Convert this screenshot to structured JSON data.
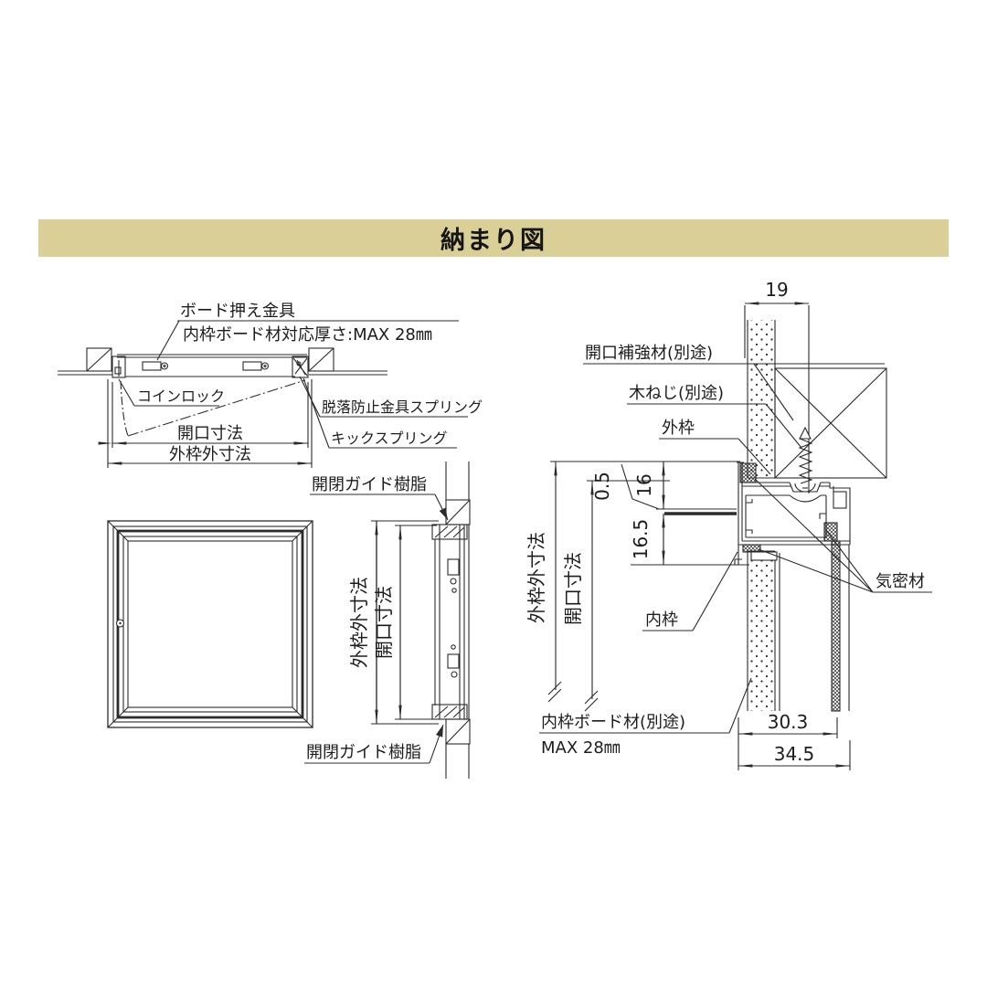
{
  "title": "納まり図",
  "colors": {
    "title_bg": "#d9cf97",
    "line": "#2b2b2b",
    "background": "#ffffff"
  },
  "top_view": {
    "label_board_bracket": "ボード押え金具",
    "label_board_thickness": "内枠ボード材対応厚さ:MAX 28㎜",
    "label_coin_lock": "コインロック",
    "label_fall_prevention_spring": "脱落防止金具スプリング",
    "label_kick_spring": "キックスプリング",
    "dim_opening": "開口寸法",
    "dim_outer_frame": "外枠外寸法"
  },
  "side_view": {
    "label_guide_top": "開閉ガイド樹脂",
    "label_guide_bottom": "開閉ガイド樹脂",
    "dim_outer_frame": "外枠外寸法",
    "dim_opening": "開口寸法"
  },
  "detail_view": {
    "dim_19": "19",
    "label_reinforcement": "開口補強材(別途)",
    "label_wood_screw": "木ねじ(別途)",
    "label_outer_frame": "外枠",
    "dim_0_5": "0.5",
    "dim_16": "16",
    "dim_16_5": "16.5",
    "dim_outer_frame": "外枠外寸法",
    "dim_opening": "開口寸法",
    "label_airtight": "気密材",
    "label_inner_frame": "内枠",
    "label_inner_board_line1": "内枠ボード材(別途)",
    "label_inner_board_line2": "MAX 28㎜",
    "dim_30_3": "30.3",
    "dim_34_5": "34.5"
  }
}
